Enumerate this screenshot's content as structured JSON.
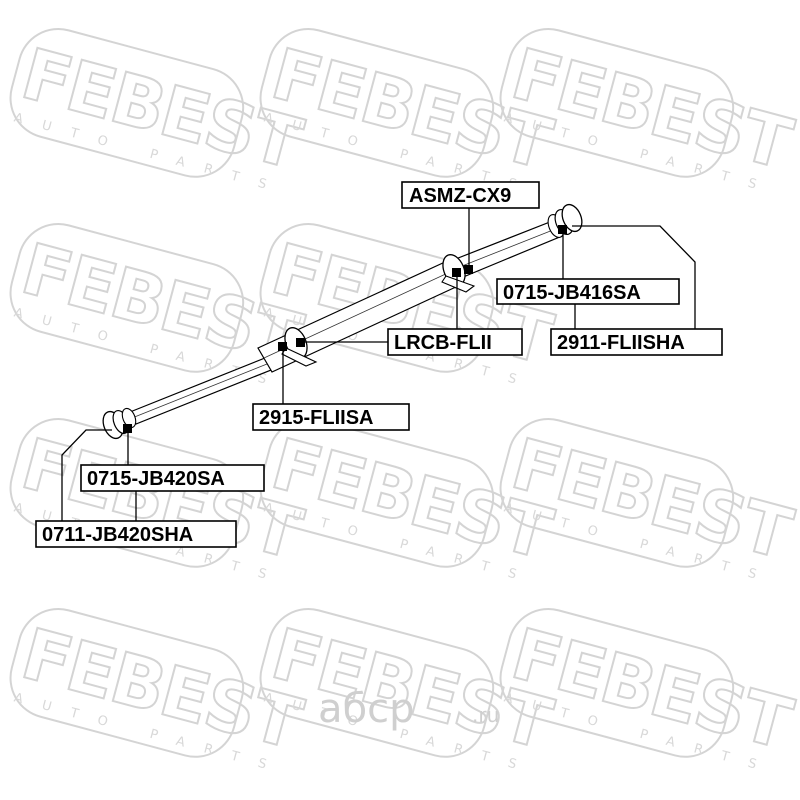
{
  "watermark": {
    "brand": "FEBEST",
    "tagline": "AUTO PARTS"
  },
  "site_watermark": {
    "name": "aбcp",
    "tld": ".ru"
  },
  "labels": {
    "asmz": "ASMZ-CX9",
    "jb416sa": "0715-JB416SA",
    "fliisha": "2911-FLIISHA",
    "lrcb": "LRCB-FLII",
    "fliisa": "2915-FLIISA",
    "jb420sa": "0715-JB420SA",
    "jb420sha": "0711-JB420SHA"
  }
}
